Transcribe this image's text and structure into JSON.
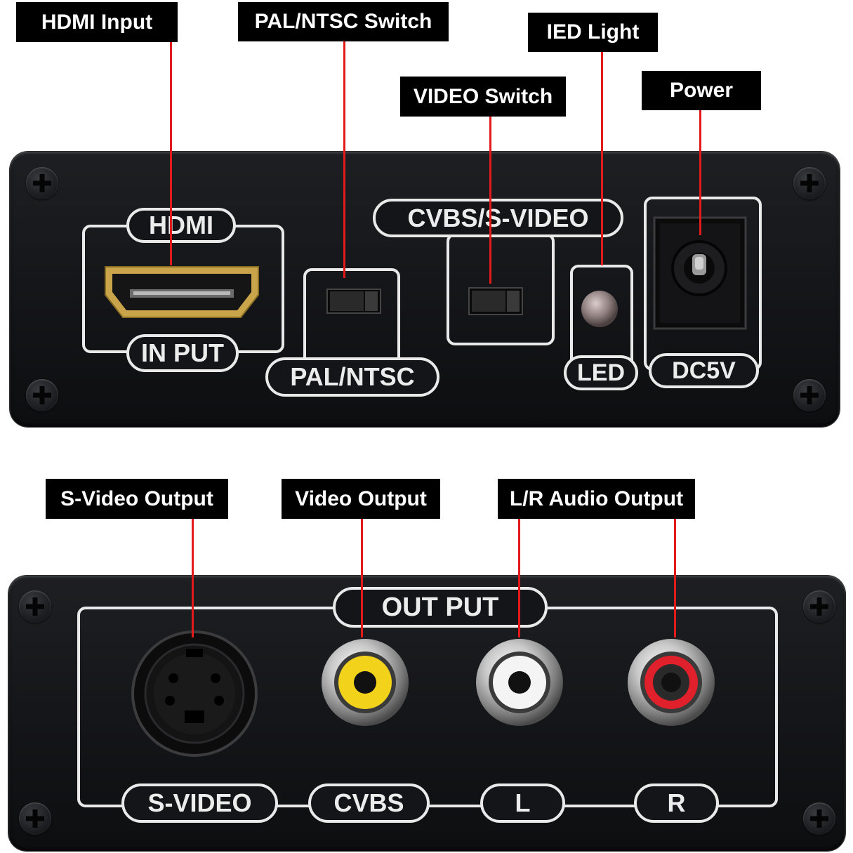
{
  "callouts_top": {
    "hdmi_input": "HDMI Input",
    "pal_ntsc_switch": "PAL/NTSC Switch",
    "video_switch": "VIDEO Switch",
    "ied_light": "IED Light",
    "power": "Power"
  },
  "callouts_bottom": {
    "s_video_output": "S-Video Output",
    "video_output": "Video Output",
    "lr_audio_output": "L/R Audio Output"
  },
  "front_panel": {
    "hdmi_label": "HDMI",
    "input_label": "IN PUT",
    "pal_ntsc_label": "PAL/NTSC",
    "cvbs_svideo_label": "CVBS/S-VIDEO",
    "led_label": "LED",
    "dc5v_label": "DC5V"
  },
  "rear_panel": {
    "output_label": "OUT PUT",
    "svideo_label": "S-VIDEO",
    "cvbs_label": "CVBS",
    "l_label": "L",
    "r_label": "R"
  },
  "colors": {
    "leader_line": "#e21a1a",
    "panel": "#141518",
    "silkscreen": "#e9e9e9",
    "hdmi_gold": "#c9a44a",
    "cvbs_yellow": "#f2d21a",
    "left_white": "#f4f4f4",
    "right_red": "#e0202a"
  }
}
